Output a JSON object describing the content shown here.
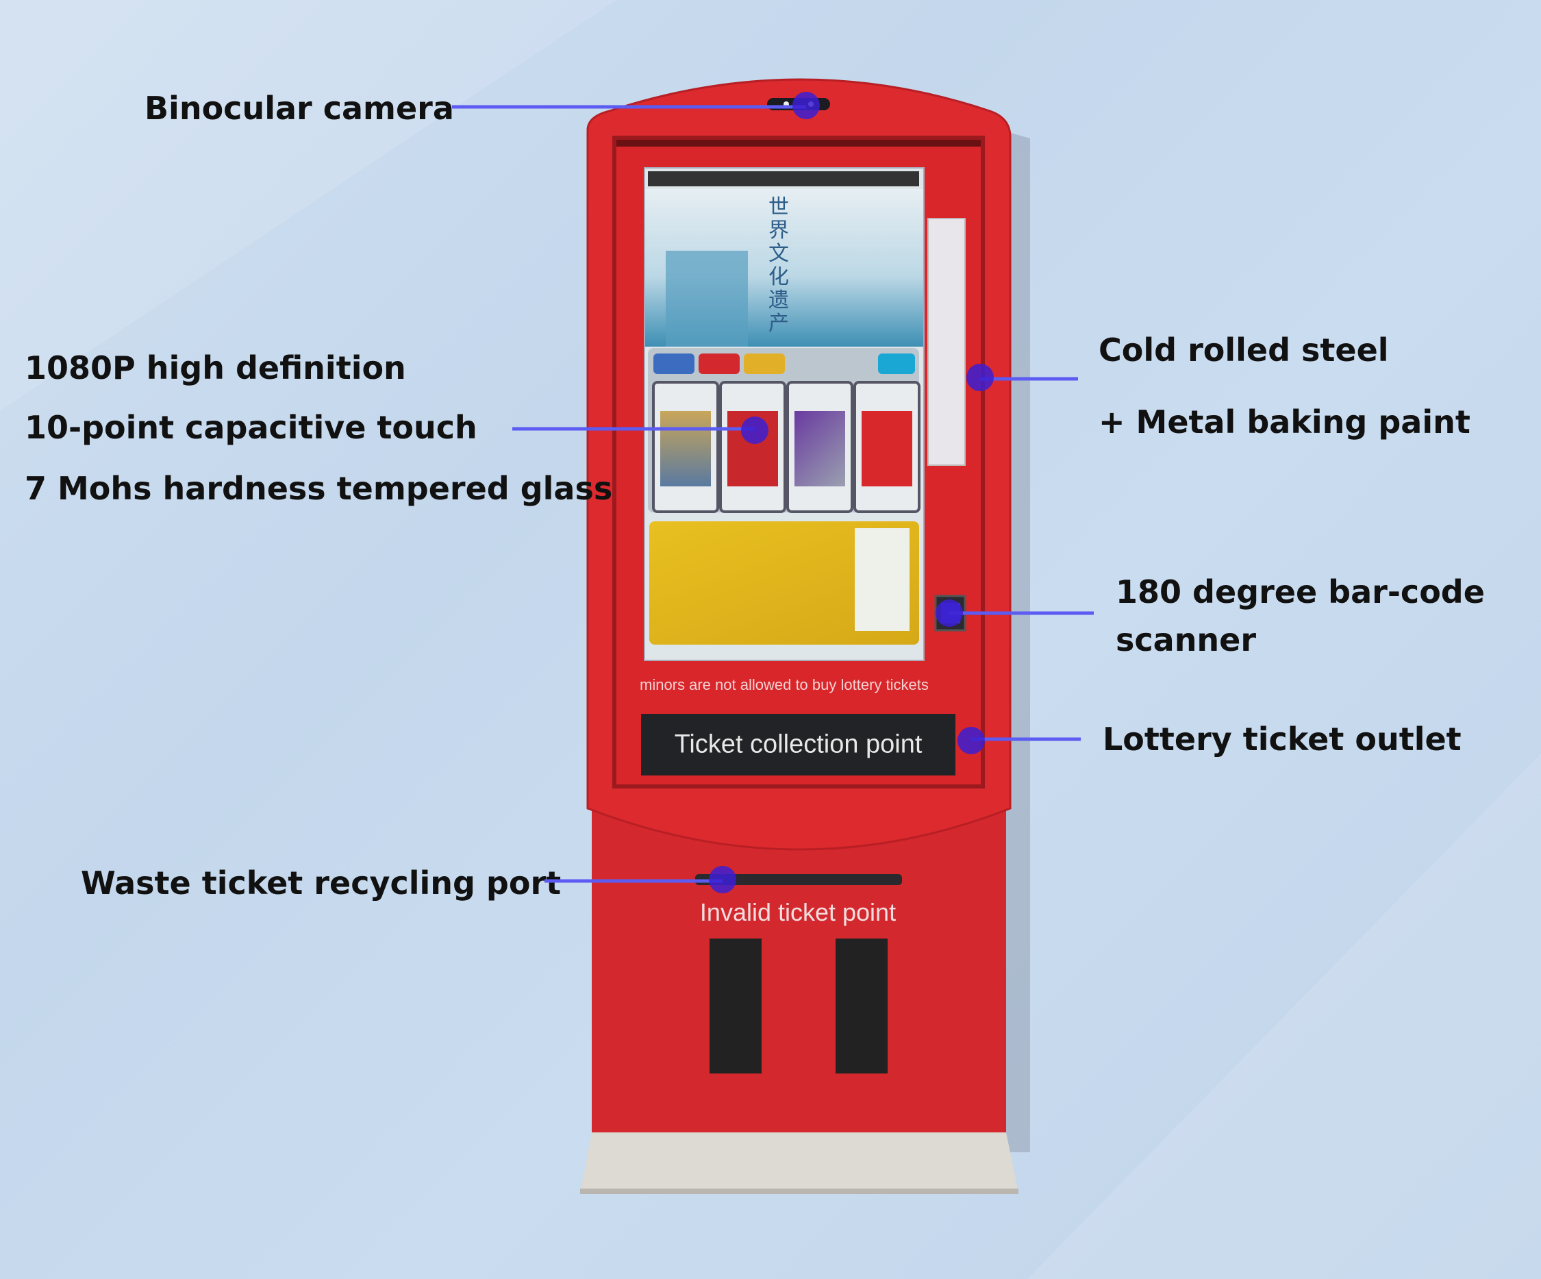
{
  "labels": {
    "camera": "Binocular camera",
    "display_1": "1080P high definition",
    "display_2": "10-point capacitive touch",
    "display_3": "7 Mohs hardness tempered glass",
    "material_1": "Cold rolled steel",
    "material_2": "+ Metal baking paint",
    "scanner_1": "180 degree bar-code",
    "scanner_2": "scanner",
    "outlet": "Lottery ticket outlet",
    "recycle": "Waste ticket recycling port"
  },
  "kiosk": {
    "screen_banner_text": "世界文化遗产",
    "warning_text": "minors are not allowed to buy lottery tickets",
    "collection_label": "Ticket collection point",
    "invalid_label": "Invalid ticket point"
  },
  "colors": {
    "body": "#d8262b",
    "callout_line": "#5c5cf2",
    "callout_dot": "#3c1ed2",
    "background": "#c7d9ee"
  }
}
